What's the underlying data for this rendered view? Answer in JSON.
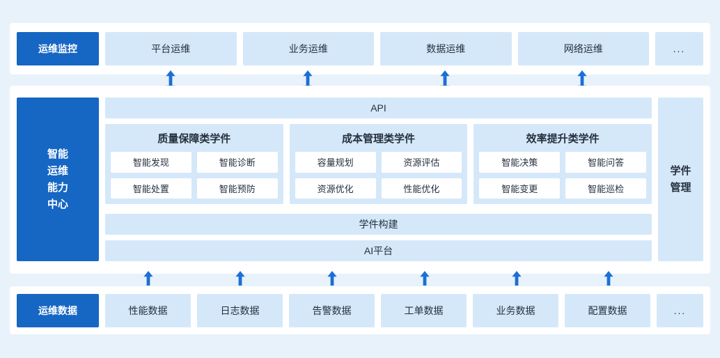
{
  "colors": {
    "primary": "#1666C4",
    "light_box": "#D4E8F9",
    "panel": "#FFFFFF",
    "background": "#E8F2FB",
    "arrow": "#1B6FD6",
    "text": "#25303E"
  },
  "top_row": {
    "label": "运维监控",
    "items": [
      "平台运维",
      "业务运维",
      "数据运维",
      "网络运维"
    ],
    "more": "..."
  },
  "center": {
    "label_lines": [
      "智能",
      "运维",
      "能力",
      "中心"
    ],
    "api_bar": "API",
    "groups": [
      {
        "title": "质量保障类学件",
        "items": [
          "智能发现",
          "智能诊断",
          "智能处置",
          "智能预防"
        ]
      },
      {
        "title": "成本管理类学件",
        "items": [
          "容量规划",
          "资源评估",
          "资源优化",
          "性能优化"
        ]
      },
      {
        "title": "效率提升类学件",
        "items": [
          "智能决策",
          "智能问答",
          "智能变更",
          "智能巡检"
        ]
      }
    ],
    "build_bar": "学件构建",
    "ai_bar": "AI平台",
    "right_label_lines": [
      "学件",
      "管理"
    ]
  },
  "bottom_row": {
    "label": "运维数据",
    "items": [
      "性能数据",
      "日志数据",
      "告警数据",
      "工单数据",
      "业务数据",
      "配置数据"
    ],
    "more": "..."
  }
}
